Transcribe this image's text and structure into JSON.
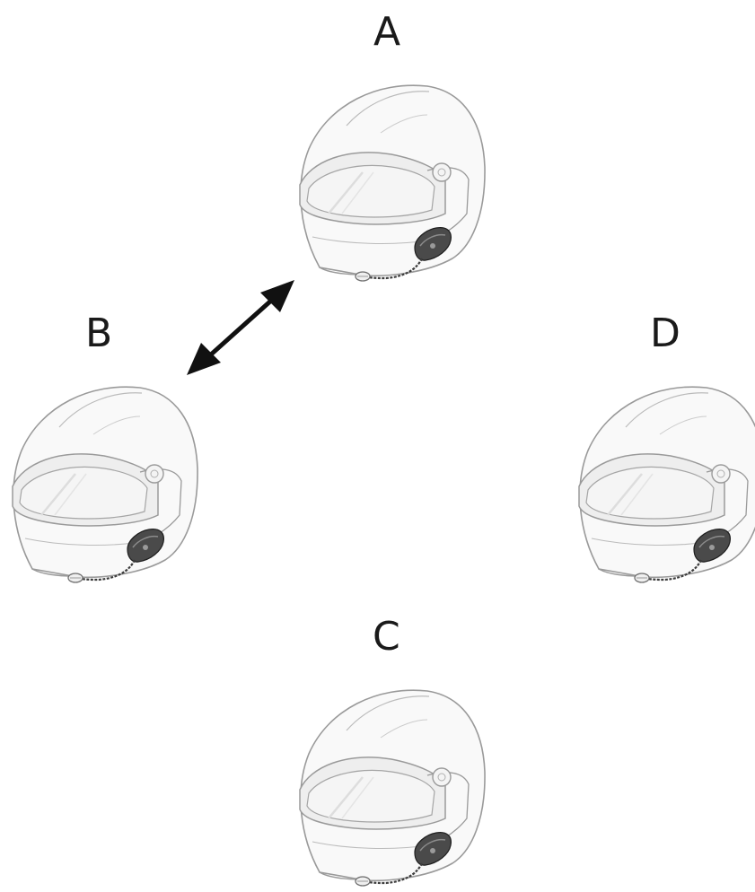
{
  "riders": [
    {
      "label": "A"
    },
    {
      "label": "B"
    },
    {
      "label": "C"
    },
    {
      "label": "D"
    }
  ],
  "colors": {
    "outline": "#9a9a9a",
    "shell": "#f9f9f9",
    "visor": "#f1f1f1",
    "device": "#4a4a4a",
    "arrow": "#111111",
    "label": "#1a1a1a"
  },
  "icons": {
    "helmet": "full-face-helmet-with-intercom",
    "arrow": "double-headed-arrow"
  }
}
